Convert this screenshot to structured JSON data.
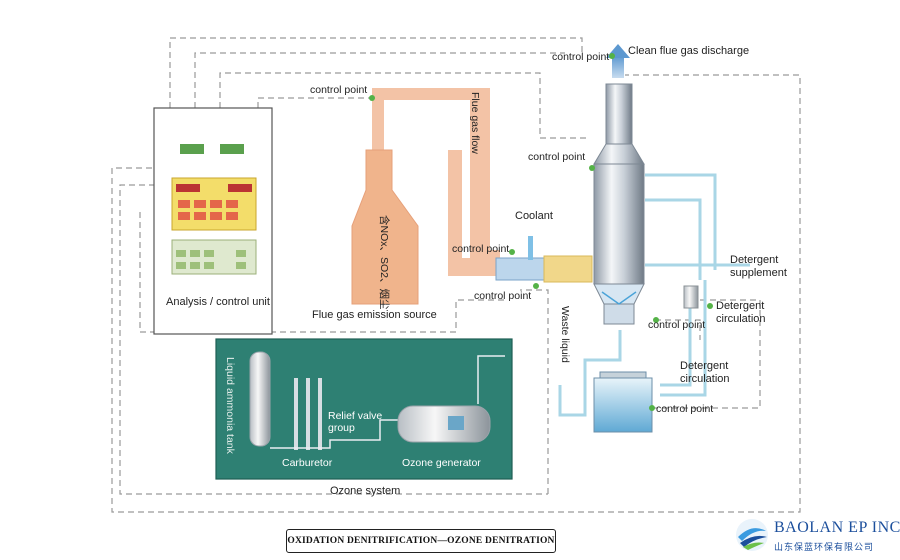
{
  "labels": {
    "clean_discharge": "Clean flue gas discharge",
    "control_point": "control point",
    "flue_gas_flow": "Flue gas flow",
    "coolant": "Coolant",
    "detergent_supplement": "Detergent supplement",
    "detergent_circulation": "Detergent circulation",
    "waste_liquid": "Waste liquid",
    "analysis_unit": "Analysis / control unit",
    "emission_source": "Flue gas emission source",
    "emission_source_chars": "含NOx、SO2、烟尘",
    "liquid_ammonia_tank": "Liquid ammonia tank",
    "carburetor": "Carburetor",
    "relief_valve_group": "Relief valve group",
    "ozone_generator": "Ozone generator",
    "ozone_system": "Ozone system"
  },
  "caption": "OXIDATION DENITRIFICATION—OZONE DENITRATION",
  "logo": {
    "name": "BAOLAN EP INC.",
    "subtitle": "山东保蓝环保有限公司"
  },
  "colors": {
    "flue_duct": "#f3c3a6",
    "ozone_box": "#2e8073",
    "water_line": "#a9d6e6",
    "control_dot": "#54b247",
    "dashed_line": "#9a9a9a",
    "brand_blue": "#1c4f9c"
  }
}
